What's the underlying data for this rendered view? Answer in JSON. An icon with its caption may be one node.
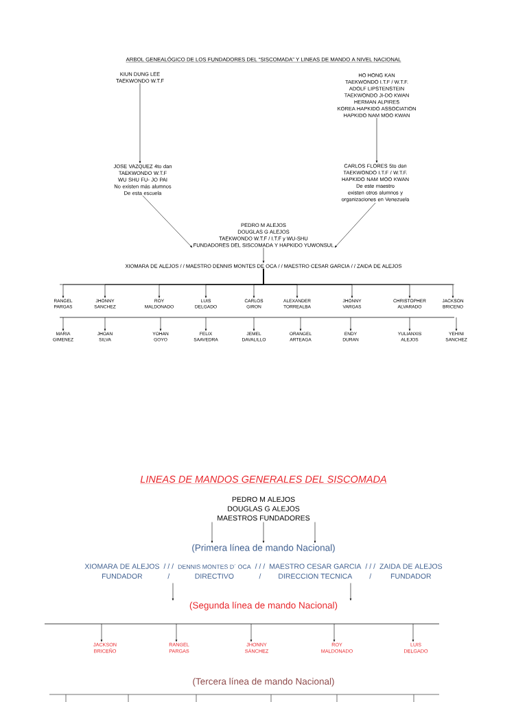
{
  "diagram": {
    "title": "ARBOL GENEALÓGICO DE LOS FUNDADORES DEL “SISCOMADA” Y LINEAS DE MANDO A NIVEL NACIONAL",
    "nodes": [
      {
        "text": [
          "KIUN DUNG LEE",
          "TAEKWONDO W.T.F"
        ]
      },
      {
        "text": [
          "HO HONG KAN",
          "TAEKWONDO I.T.F /  W.T.F.",
          "ADOLF LIPSTENSTEIN",
          "TAEKWONDO JI-DO KWAN",
          "HERMAN ALPIRES",
          "KOREA HAPKIDO ASSOCIATION",
          "HAPKIDO NAM MOO KWAN"
        ]
      },
      {
        "text": [
          "JOSE VAZQUEZ 4to dan",
          "TAEKWONDO W.T.F",
          "WU SHU FU- JO PAI",
          "No existen más alumnos De esta escuela"
        ]
      },
      {
        "text": [
          "CARLOS FLORES 5to dan",
          "TAEKWONDO I.T.F /  W.T.F.",
          "HAPKIDO NAM MOO KWAN",
          "De este maestro existen otros alumnos y organizaciones en Venezuela"
        ]
      },
      {
        "text": [
          "PEDRO M ALEJOS",
          "DOUGLAS G ALEJOS",
          "TAEKWONDO W.T.F /  I.T.F  y WU-SHU",
          "FUNDADORES  DEL SISCOMADA Y HAPKIDO YUWONSUL"
        ]
      },
      {
        "text": [
          "XIOMARA DE ALEJOS / /    MAESTRO DENNIS MONTES DE OCA  / /  MAESTRO CESAR GARCIA  / /   ZAIDA DE ALEJOS"
        ]
      },
      {
        "text": [
          "RANGEL PARGAS"
        ]
      },
      {
        "text": [
          "JHONNY SANCHEZ"
        ]
      },
      {
        "text": [
          "ROY MALDONADO"
        ]
      },
      {
        "text": [
          "LUIS DELGADO"
        ]
      },
      {
        "text": [
          "CARLOS GIRON"
        ]
      },
      {
        "text": [
          "ALEXANDER TORREALBA"
        ]
      },
      {
        "text": [
          "JHONNY VARGAS"
        ]
      },
      {
        "text": [
          "CHRISTOPHER ALVARADO"
        ]
      },
      {
        "text": [
          "JACKSON BRICENO"
        ]
      },
      {
        "text": [
          "MARIA GIMENEZ"
        ]
      },
      {
        "text": [
          "JHOAN SILVA"
        ]
      },
      {
        "text": [
          "YOHAN GOYO"
        ]
      },
      {
        "text": [
          "FELIX SAAVEDRA"
        ]
      },
      {
        "text": [
          "JEMEL DAVALILLO"
        ]
      },
      {
        "text": [
          "ORANGEL ARTEAGA"
        ]
      },
      {
        "text": [
          "ENDY DURAN"
        ]
      },
      {
        "text": [
          "YULIANXIS ALEJOS"
        ]
      },
      {
        "text": [
          "YEHINI SANCHEZ"
        ]
      },
      {
        "text": [
          "PEDRO M ALEJOS",
          "DOUGLAS G ALEJOS",
          "MAESTROS FUNDADORES"
        ]
      },
      {
        "text": [
          "(Primera línea de mando Nacional)"
        ]
      },
      {
        "text": [
          "XIOMARA DE ALEJOS",
          "/ / /",
          "DENNIS MONTES D´ OCA",
          "/ / /",
          "MAESTRO CESAR GARCIA",
          "/ / /",
          "ZAIDA DE ALEJOS",
          "FUNDADOR",
          "/",
          "DIRECTIVO",
          "/",
          "DIRECCION TECNICA",
          "/",
          "FUNDADOR"
        ]
      },
      {
        "text": [
          "(Segunda línea de mando Nacional)"
        ]
      },
      {
        "text": [
          "JACKSON BRICEÑO"
        ]
      },
      {
        "text": [
          "RANGEL PARGAS"
        ]
      },
      {
        "text": [
          "JHONNY SÁNCHEZ"
        ]
      },
      {
        "text": [
          "ROY MALDONADO"
        ]
      },
      {
        "text": [
          "LUIS DELGADO"
        ]
      },
      {
        "text": [
          "(Tercera línea de mando Nacional)"
        ]
      },
      {
        "text": [],
        "shape": "bar"
      },
      {
        "text": [],
        "shape": "bar"
      }
    ],
    "edges": [
      {
        "from": 0,
        "to": 2,
        "arrow": "to"
      },
      {
        "from": 1,
        "to": 3,
        "arrow": "to"
      },
      {
        "from": 2,
        "to": 4,
        "arrow": "to"
      },
      {
        "from": 3,
        "to": 4,
        "arrow": "to"
      },
      {
        "from": 4,
        "to": 5,
        "arrow": "to"
      },
      {
        "from": 5,
        "to": 6,
        "arrow": "to"
      },
      {
        "from": 5,
        "to": 7,
        "arrow": "to"
      },
      {
        "from": 5,
        "to": 8,
        "arrow": "to"
      },
      {
        "from": 5,
        "to": 9,
        "arrow": "to"
      },
      {
        "from": 5,
        "to": 10,
        "arrow": "to"
      },
      {
        "from": 5,
        "to": 11,
        "arrow": "to"
      },
      {
        "from": 5,
        "to": 12,
        "arrow": "to"
      },
      {
        "from": 5,
        "to": 13,
        "arrow": "to"
      },
      {
        "from": 5,
        "to": 14,
        "arrow": "to"
      },
      {
        "from": 34,
        "to": 15,
        "arrow": "to"
      },
      {
        "from": 34,
        "to": 16,
        "arrow": "to"
      },
      {
        "from": 34,
        "to": 17,
        "arrow": "to"
      },
      {
        "from": 34,
        "to": 18,
        "arrow": "to"
      },
      {
        "from": 34,
        "to": 19,
        "arrow": "to"
      },
      {
        "from": 34,
        "to": 20,
        "arrow": "to"
      },
      {
        "from": 34,
        "to": 21,
        "arrow": "to"
      },
      {
        "from": 34,
        "to": 22,
        "arrow": "to"
      },
      {
        "from": 34,
        "to": 23,
        "arrow": "to"
      },
      {
        "from": 24,
        "to": 25,
        "arrow": "to"
      },
      {
        "from": 24,
        "to": 25,
        "arrow": "to"
      },
      {
        "from": 24,
        "to": 25,
        "arrow": "to"
      },
      {
        "from": 26,
        "to": 27,
        "arrow": "to"
      },
      {
        "from": 26,
        "to": 27,
        "arrow": "to"
      },
      {
        "from": 35,
        "to": 28,
        "arrow": "to"
      },
      {
        "from": 35,
        "to": 29,
        "arrow": "to"
      },
      {
        "from": 35,
        "to": 30,
        "arrow": "to"
      },
      {
        "from": 35,
        "to": 31,
        "arrow": "to"
      },
      {
        "from": 35,
        "to": 32,
        "arrow": "to"
      }
    ],
    "labels": [
      "LINEAS DE MANDOS GENERALES DEL  SISCOMADA"
    ]
  }
}
